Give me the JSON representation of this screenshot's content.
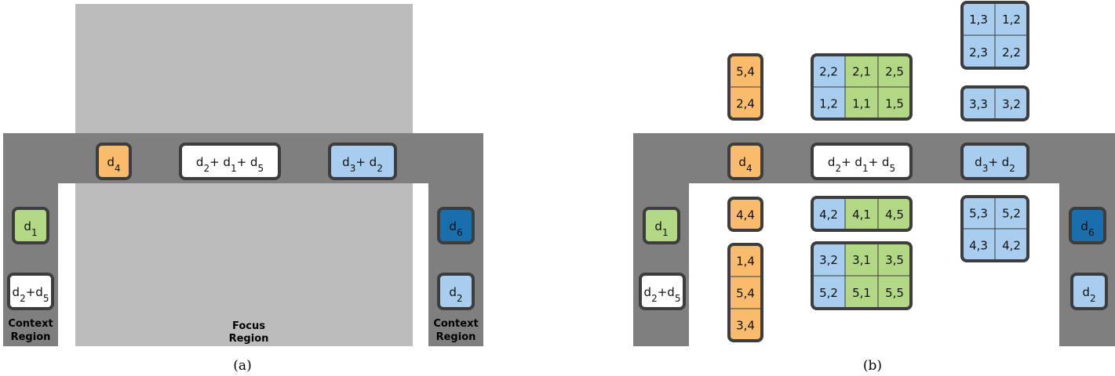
{
  "colors": {
    "orange": "#f8bc6c",
    "green": "#b2d886",
    "light_blue": "#a8cdee",
    "dark_blue": "#1b6eac",
    "white": "#ffffff",
    "frame": "#7f7f7f",
    "focus": "#bcbcbc",
    "border": "#3d3d3d"
  },
  "panel_a": {
    "caption": "(a)",
    "focus_label": [
      "Focus",
      "Region"
    ],
    "context_left_label": [
      "Context",
      "Region"
    ],
    "context_right_label": [
      "Context",
      "Region"
    ],
    "top_tiles": {
      "d4": {
        "base": "d",
        "sub": "4"
      },
      "mid": {
        "parts": [
          [
            "d",
            "2"
          ],
          [
            "+ d",
            "1"
          ],
          [
            "+ d",
            "5"
          ]
        ]
      },
      "right": {
        "parts": [
          [
            "d",
            "3"
          ],
          [
            "+ d",
            "2"
          ]
        ]
      }
    },
    "left_tiles": {
      "d1": {
        "base": "d",
        "sub": "1"
      },
      "d2d5": {
        "parts": [
          [
            "d",
            "2"
          ],
          [
            "+d",
            "5"
          ]
        ]
      }
    },
    "right_tiles": {
      "d6": {
        "base": "d",
        "sub": "6"
      },
      "d2": {
        "base": "d",
        "sub": "2"
      }
    }
  },
  "panel_b": {
    "caption": "(b)",
    "top_tiles": {
      "d4": {
        "base": "d",
        "sub": "4"
      },
      "mid": {
        "parts": [
          [
            "d",
            "2"
          ],
          [
            "+ d",
            "1"
          ],
          [
            "+ d",
            "5"
          ]
        ]
      },
      "right": {
        "parts": [
          [
            "d",
            "3"
          ],
          [
            "+ d",
            "2"
          ]
        ]
      }
    },
    "left_tiles": {
      "d1": {
        "base": "d",
        "sub": "1"
      },
      "d2d5": {
        "parts": [
          [
            "d",
            "2"
          ],
          [
            "+d",
            "5"
          ]
        ]
      }
    },
    "right_tiles": {
      "d6": {
        "base": "d",
        "sub": "6"
      },
      "d2": {
        "base": "d",
        "sub": "2"
      }
    },
    "orange_stack_top": [
      "5,4",
      "2,4"
    ],
    "orange_single": [
      "4,4"
    ],
    "orange_stack_bottom": [
      "1,4",
      "5,4",
      "3,4"
    ],
    "grid_top_center": {
      "rows": [
        [
          "2,2",
          "2,1",
          "2,5"
        ],
        [
          "1,2",
          "1,1",
          "1,5"
        ]
      ],
      "colors": [
        [
          "light_blue",
          "green",
          "green"
        ],
        [
          "light_blue",
          "green",
          "green"
        ]
      ]
    },
    "grid_mid_center": {
      "rows": [
        [
          "4,2",
          "4,1",
          "4,5"
        ]
      ],
      "colors": [
        [
          "light_blue",
          "green",
          "green"
        ]
      ]
    },
    "grid_bottom_center": {
      "rows": [
        [
          "3,2",
          "3,1",
          "3,5"
        ],
        [
          "5,2",
          "5,1",
          "5,5"
        ]
      ],
      "colors": [
        [
          "light_blue",
          "green",
          "green"
        ],
        [
          "light_blue",
          "green",
          "green"
        ]
      ]
    },
    "grid_top_right": {
      "rows": [
        [
          "1,3",
          "1,2"
        ],
        [
          "2,3",
          "2,2"
        ]
      ],
      "colors": [
        [
          "light_blue",
          "light_blue"
        ],
        [
          "light_blue",
          "light_blue"
        ]
      ]
    },
    "grid_upper_right": {
      "rows": [
        [
          "3,3",
          "3,2"
        ]
      ],
      "colors": [
        [
          "light_blue",
          "light_blue"
        ]
      ]
    },
    "grid_lower_right": {
      "rows": [
        [
          "5,3",
          "5,2"
        ],
        [
          "4,3",
          "4,2"
        ]
      ],
      "colors": [
        [
          "light_blue",
          "light_blue"
        ],
        [
          "light_blue",
          "light_blue"
        ]
      ]
    }
  }
}
